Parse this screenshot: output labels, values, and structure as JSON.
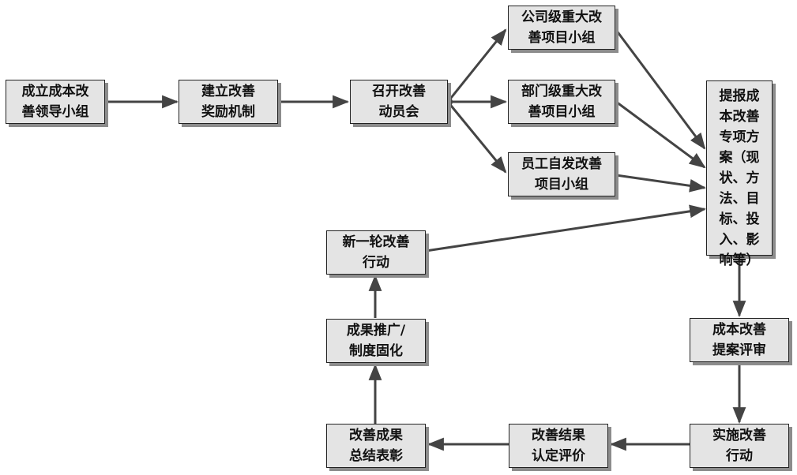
{
  "nodes": {
    "setup_team": "成立成本改善领导小组",
    "incentive": "建立改善奖励机制",
    "kickoff": "召开改善动员会",
    "company_team": "公司级重大改善项目小组",
    "dept_team": "部门级重大改善项目小组",
    "staff_team": "员工自发改善项目小组",
    "proposal": "提报成本改善专项方案（现状、方法、目标、投入、影响等）",
    "review": "成本改善提案评审",
    "implement": "实施改善行动",
    "evaluate": "改善结果认定评价",
    "summary": "改善成果总结表彰",
    "promote": "成果推广/制度固化",
    "new_round": "新一轮改善行动"
  },
  "lines": {
    "setup_team": [
      "成立成本改",
      "善领导小组"
    ],
    "incentive": [
      "建立改善",
      "奖励机制"
    ],
    "kickoff": [
      "召开改善",
      "动员会"
    ],
    "company_team": [
      "公司级重大改",
      "善项目小组"
    ],
    "dept_team": [
      "部门级重大改",
      "善项目小组"
    ],
    "staff_team": [
      "员工自发改善",
      "项目小组"
    ],
    "proposal": [
      "提报成",
      "本改善",
      "专项方",
      "案（现",
      "状、方",
      "法、目",
      "标、投",
      "入、影",
      "响等）"
    ],
    "review": [
      "成本改善",
      "提案评审"
    ],
    "implement": [
      "实施改善",
      "行动"
    ],
    "evaluate": [
      "改善结果",
      "认定评价"
    ],
    "summary": [
      "改善成果",
      "总结表彰"
    ],
    "promote": [
      "成果推广/",
      "制度固化"
    ],
    "new_round": [
      "新一轮改善",
      "行动"
    ]
  },
  "colors": {
    "box_fill": "#e4e4e4",
    "arrow": "#444444",
    "shadow": "#8c8c8c"
  }
}
